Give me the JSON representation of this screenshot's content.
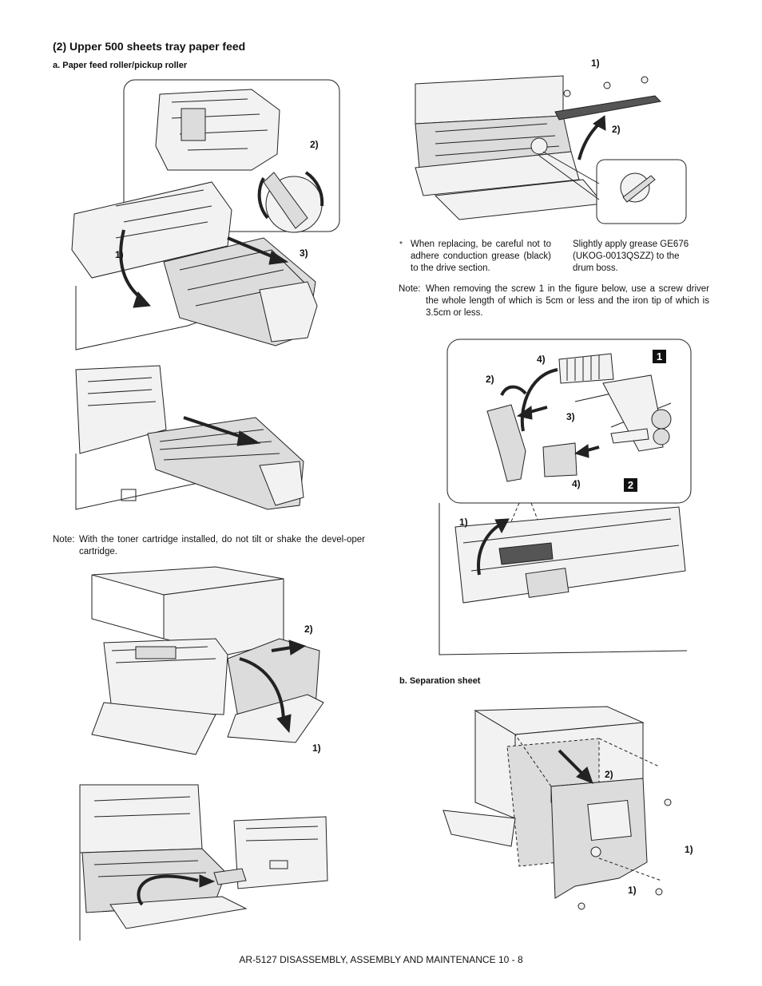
{
  "section_title": "(2) Upper 500 sheets tray paper feed",
  "subsection_a": "a. Paper feed roller/pickup roller",
  "subsection_b": "b. Separation sheet",
  "left_note": {
    "label": "Note:",
    "text": "With the toner cartridge installed, do not tilt or shake the devel-oper cartridge."
  },
  "grease_note": {
    "marker": "*",
    "left_text": "When replacing, be careful not to adhere conduction grease (black) to the drive section.",
    "right_text": "Slightly apply grease GE676 (UKOG-0013QSZZ) to the drum boss."
  },
  "screw_note": {
    "label": "Note:",
    "text": "When removing the screw 1 in the figure below, use a screw driver the whole length of which is 5cm or less and the iron tip of which is 3.5cm or less."
  },
  "callouts": {
    "fig1_step1": "1)",
    "fig1_step2": "2)",
    "fig1_step3": "3)",
    "fig3_step1": "1)",
    "fig3_step2": "2)",
    "fig5_step1": "1)",
    "fig5_step2": "2)",
    "fig6_step1": "1)",
    "fig6_step2": "2)",
    "fig6_step3": "3)",
    "fig6_step4a": "4)",
    "fig6_step4b": "4)",
    "fig6_box1": "1",
    "fig6_box2": "2",
    "fig7_step1a": "1)",
    "fig7_step1b": "1)",
    "fig7_step2": "2)"
  },
  "footer": "AR-5127 DISASSEMBLY, ASSEMBLY AND MAINTENANCE 10 - 8"
}
